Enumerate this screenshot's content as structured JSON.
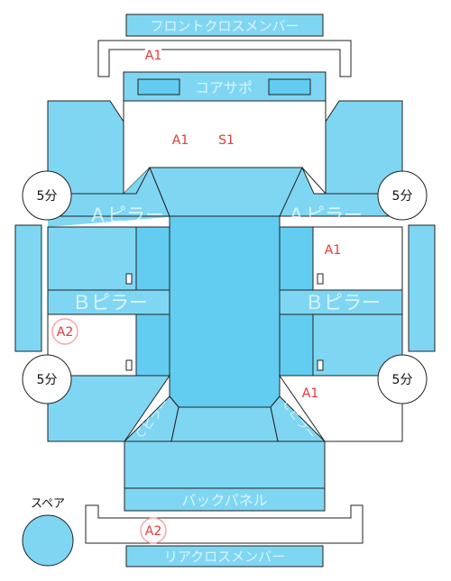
{
  "colors": {
    "panel": "#7fd6f3",
    "panel_dark": "#62cdf0",
    "outline": "#222222",
    "marker_red": "#e53935",
    "marker_pink": "#f2a6a6"
  },
  "panels": {
    "front_cross_member": "フロントクロスメンバー",
    "core_support": "コアサポ",
    "a_pillar_left": "Ａピラー",
    "a_pillar_right": "Ａピラー",
    "b_pillar_left": "Ｂピラー",
    "b_pillar_right": "Ｂピラー",
    "c_pillar_left": "Ｃピラー",
    "c_pillar_right": "Ｃピラー",
    "back_panel": "バックパネル",
    "rear_cross_member": "リアクロスメンバー"
  },
  "markers": {
    "front_cross_member": "A1",
    "core_support_area": "A1",
    "core_support_area_s": "S1",
    "right_front_door": "A1",
    "right_rear_quarter": "A1",
    "left_rear_door": "A2",
    "rear_cross_member": "A2"
  },
  "badges": {
    "front_left": "5分",
    "front_right": "5分",
    "rear_left": "5分",
    "rear_right": "5分"
  },
  "spare": {
    "label": "スペア"
  }
}
